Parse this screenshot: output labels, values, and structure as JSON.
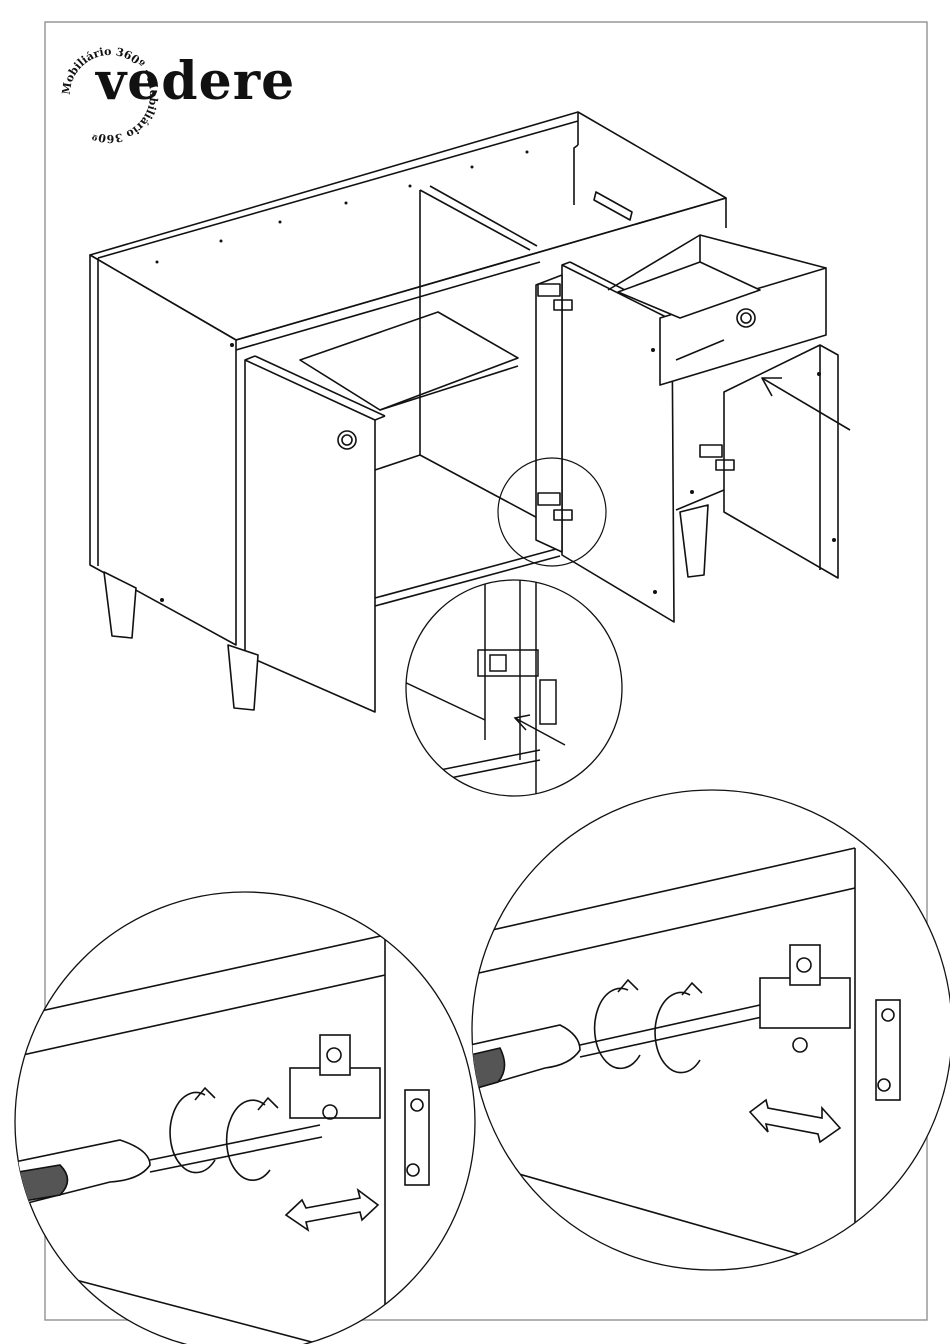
{
  "brand": {
    "name": "vedere",
    "ring_text": "Mobiliário 360º · Mobiliário 360º"
  },
  "figures": {
    "main": "cabinet-with-open-doors",
    "detail_top": "hinge-detail-magnified",
    "detail_left": "hinge-adjust-screwdriver-left",
    "detail_right": "hinge-adjust-screwdriver-right"
  },
  "colors": {
    "line": "#111111",
    "frame": "#999999",
    "shade": "#cccccc"
  }
}
